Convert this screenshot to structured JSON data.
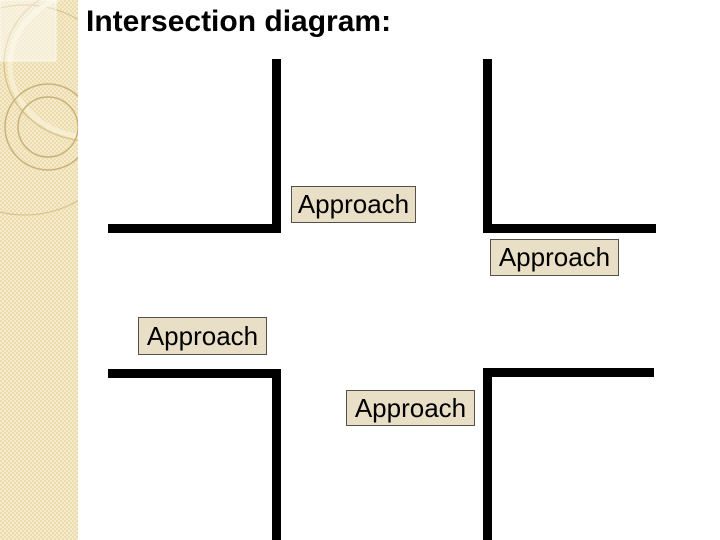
{
  "slide": {
    "title": "Intersection diagram:"
  },
  "diagram": {
    "approach_labels": [
      "Approach",
      "Approach",
      "Approach",
      "Approach"
    ]
  },
  "colors": {
    "background": "#ffffff",
    "title_color": "#000000",
    "road_line": "#000000",
    "label_fill": "#e9dfc6",
    "label_border": "#55504a",
    "sidebar_base": "#eddcac",
    "sidebar_ring": "#c9b27a",
    "sidebar_arc": "#f6eecf"
  }
}
